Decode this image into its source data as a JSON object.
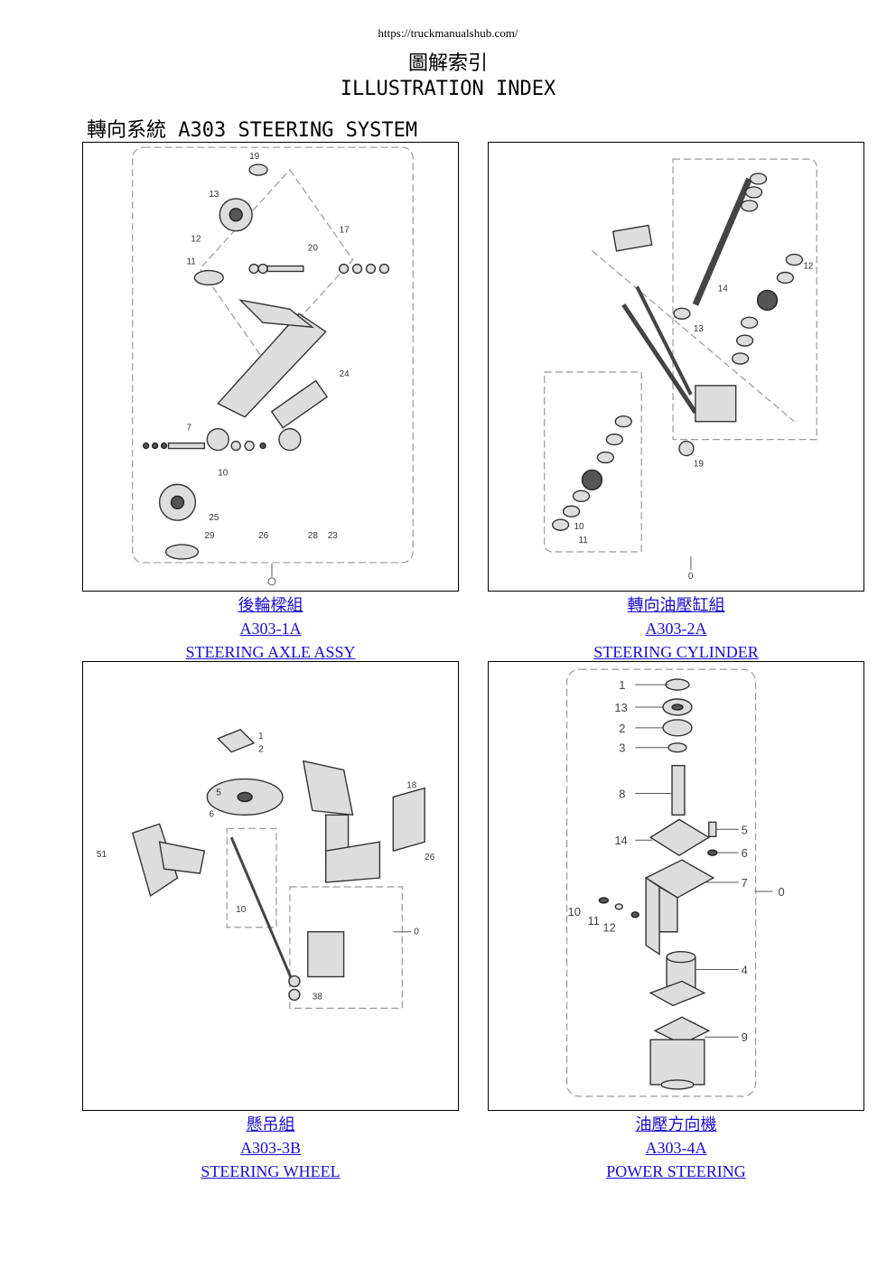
{
  "header": {
    "url": "https://truckmanualshub.com/",
    "title_zh": "圖解索引",
    "title_en": "ILLUSTRATION INDEX",
    "section": "轉向系統 A303 STEERING SYSTEM"
  },
  "panels": [
    {
      "zh": "後輪樑組",
      "code": "A303-1A",
      "en": "STEERING AXLE ASSY"
    },
    {
      "zh": "轉向油壓缸組",
      "code": "A303-2A",
      "en": "STEERING CYLINDER"
    },
    {
      "zh": "懸吊組",
      "code": "A303-3B",
      "en": "STEERING WHEEL"
    },
    {
      "zh": "油壓方向機",
      "code": "A303-4A",
      "en": "POWER STEERING"
    }
  ],
  "diagram4_labels": {
    "l1": "1",
    "l13": "13",
    "l2": "2",
    "l3": "3",
    "l8": "8",
    "l14": "14",
    "l5": "5",
    "l6": "6",
    "l7": "7",
    "l0": "0",
    "l10": "10",
    "l11": "11",
    "l12": "12",
    "l4": "4",
    "l9": "9"
  }
}
